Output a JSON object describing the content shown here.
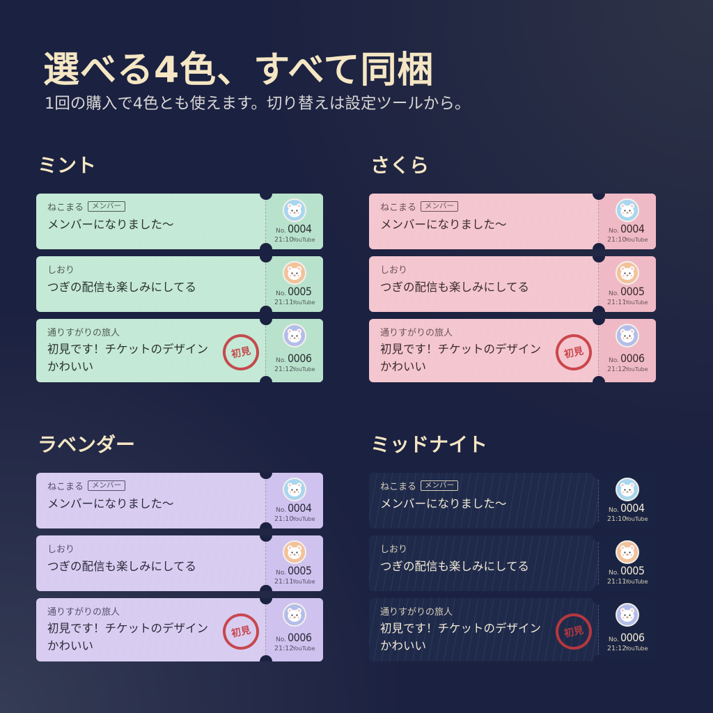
{
  "header": {
    "title": "選べる4色、すべて同梱",
    "subtitle": "1回の購入で4色とも使えます。切り替えは設定ツールから。"
  },
  "themes": [
    {
      "name": "ミント",
      "colors": {
        "bg": "#c4e9d6",
        "stub": "#b9e2cd",
        "text": "#2a3030",
        "sub": "#4e5a55"
      }
    },
    {
      "name": "さくら",
      "colors": {
        "bg": "#f4c6d0",
        "stub": "#efbac6",
        "text": "#3a2b2e",
        "sub": "#6a5358"
      }
    },
    {
      "name": "ラベンダー",
      "colors": {
        "bg": "#d8cdf1",
        "stub": "#cfc2ee",
        "text": "#2c2a3a",
        "sub": "#55506a"
      }
    },
    {
      "name": "ミッドナイト",
      "colors": {
        "bg": "#1f2a4b",
        "stub": "#1a2442",
        "text": "#f3ead6",
        "sub": "#d9cfb9"
      }
    }
  ],
  "tickets": [
    {
      "name": "ねこまる",
      "badge": "メンバー",
      "message_lines": [
        "メンバーになりました〜"
      ],
      "no_label": "No.",
      "number": "0004",
      "time": "21:10",
      "platform": "YouTube",
      "avatar_color": "#a9d6ee",
      "avatar_icon": "bear-icon"
    },
    {
      "name": "しおり",
      "badge": "",
      "message_lines": [
        "つぎの配信も楽しみにしてる"
      ],
      "no_label": "No.",
      "number": "0005",
      "time": "21:11",
      "platform": "YouTube",
      "avatar_color": "#f2c29a",
      "avatar_icon": "bear-icon"
    },
    {
      "name": "通りすがりの旅人",
      "badge": "",
      "message_lines": [
        "初見です！チケットのデザイン",
        "かわいい"
      ],
      "stamp": "初見",
      "no_label": "No.",
      "number": "0006",
      "time": "21:12",
      "platform": "YouTube",
      "avatar_color": "#b3bde8",
      "avatar_icon": "bear-icon"
    }
  ]
}
